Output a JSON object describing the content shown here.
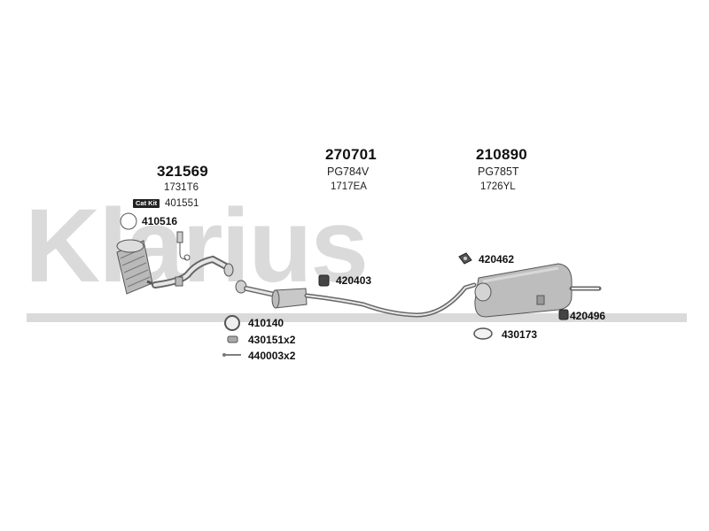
{
  "watermark": {
    "text": "Klarius",
    "color": "#d9d9d9"
  },
  "groups": [
    {
      "number": "321569",
      "code1": "1731T6",
      "code2": "401551",
      "badge": "Cat Kit"
    },
    {
      "number": "270701",
      "code1": "PG784V",
      "code2": "1717EA"
    },
    {
      "number": "210890",
      "code1": "PG785T",
      "code2": "1726YL"
    }
  ],
  "parts": [
    {
      "id": "410516",
      "icon": "ring-icon"
    },
    {
      "id": "410140",
      "icon": "ring-icon"
    },
    {
      "id": "430151x2",
      "icon": "bush-icon"
    },
    {
      "id": "440003x2",
      "icon": "bolt-icon"
    },
    {
      "id": "420403",
      "icon": "rubber-mount-icon"
    },
    {
      "id": "420462",
      "icon": "bracket-icon"
    },
    {
      "id": "430173",
      "icon": "clamp-ring-icon"
    },
    {
      "id": "420496",
      "icon": "rubber-mount-icon"
    }
  ]
}
